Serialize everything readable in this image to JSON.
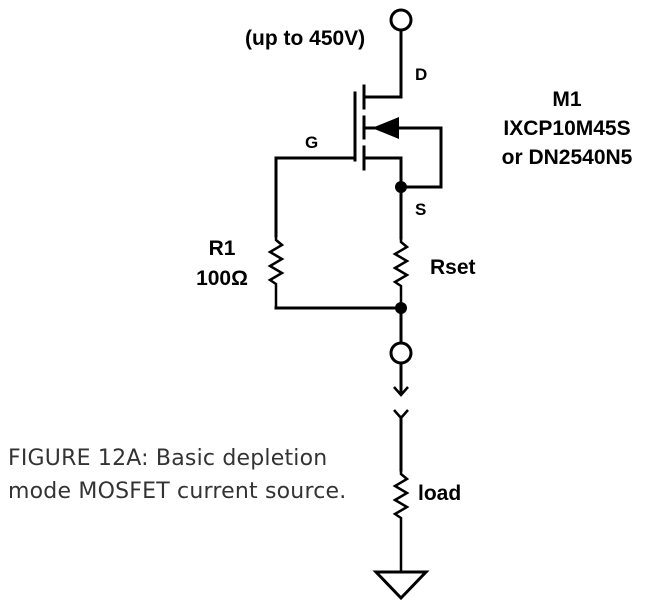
{
  "diagram": {
    "supply_label": "(up to 450V)",
    "drain_label": "D",
    "gate_label": "G",
    "source_label": "S",
    "transistor_name": "M1",
    "transistor_part_1": "IXCP10M45S",
    "transistor_part_2": "or DN2540N5",
    "r1_name": "R1",
    "r1_value": "100Ω",
    "rset_label": "Rset",
    "load_label": "load"
  },
  "caption": {
    "line1": "FIGURE 12A: Basic depletion",
    "line2": "mode MOSFET current source."
  }
}
